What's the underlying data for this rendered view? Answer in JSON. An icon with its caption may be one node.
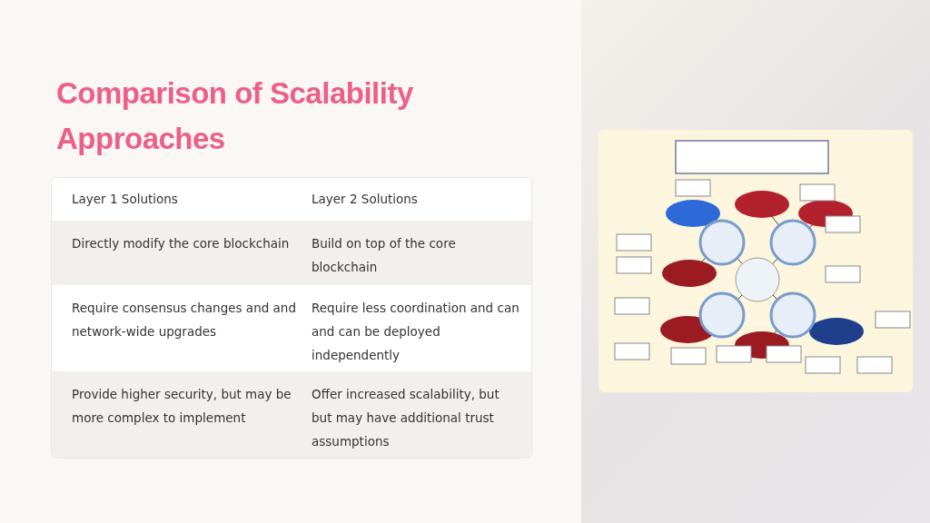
{
  "diagram": {
    "title": "Comparison of Scalability Approaches",
    "labels": [
      "Layer 1 Solutions",
      "Layer 2 Solutions",
      "Directly modify the core blockchain",
      "Build on top of the core blockchain",
      "Require consensus changes and and network-wide upgrades",
      "Require less coordination and can and can be deployed independently",
      "Provide higher security, but may be more complex to implement",
      "Offer increased scalability, but but may have additional trust assumptions"
    ]
  }
}
